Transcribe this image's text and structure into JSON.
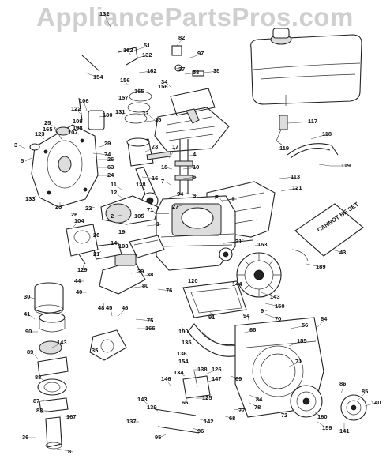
{
  "watermark": "AppliancePartsPros.com",
  "labels": [
    "132",
    "51",
    "82",
    "97",
    "162",
    "132",
    "154",
    "58",
    "162",
    "37",
    "35",
    "156",
    "165",
    "156",
    "157",
    "34",
    "117",
    "118",
    "119",
    "119",
    "106",
    "122",
    "109",
    "108",
    "130",
    "131",
    "33",
    "15",
    "25",
    "107",
    "165",
    "123",
    "29",
    "74",
    "3",
    "26",
    "63",
    "73",
    "16",
    "17",
    "4",
    "10",
    "5",
    "24",
    "18",
    "7",
    "6",
    "11",
    "12",
    "128",
    "113",
    "121",
    "133",
    "23",
    "26",
    "22",
    "71",
    "2",
    "104",
    "20",
    "19",
    "14",
    "1",
    "105",
    "21",
    "103",
    "129",
    "94",
    "31",
    "153",
    "189",
    "43",
    "44",
    "40",
    "39",
    "38",
    "80",
    "76",
    "30",
    "41",
    "48",
    "45",
    "46",
    "75",
    "166",
    "144",
    "100",
    "91",
    "90",
    "143",
    "89",
    "88",
    "87",
    "83",
    "167",
    "35",
    "143",
    "150",
    "70",
    "56",
    "64",
    "135",
    "136",
    "154",
    "138",
    "134",
    "126",
    "147",
    "94",
    "65",
    "69",
    "78",
    "155",
    "146",
    "143",
    "139",
    "137",
    "66",
    "125",
    "68",
    "77",
    "84",
    "71",
    "72",
    "160",
    "159",
    "86",
    "85",
    "140",
    "141",
    "142",
    "96",
    "95",
    "36",
    "8",
    "9",
    "3",
    "27",
    "120",
    "F",
    "I"
  ],
  "texts": {
    "decal": "CANNOT BE SET"
  }
}
